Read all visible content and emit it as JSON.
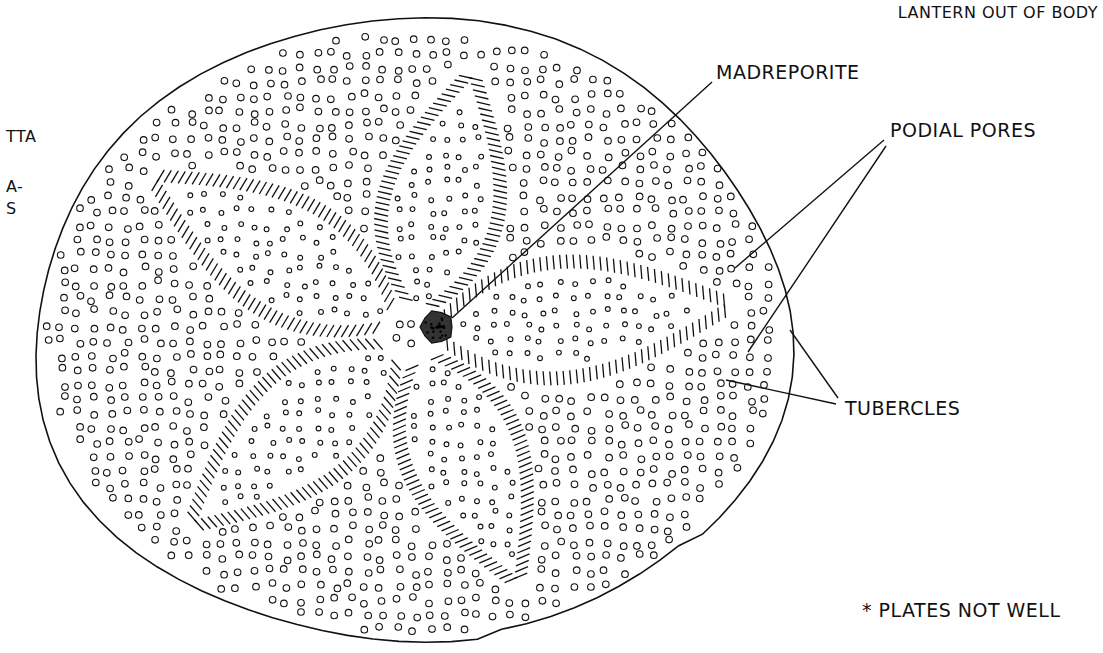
{
  "diagram": {
    "labels": [
      "LANTERN OUT OF BODY",
      "TTA",
      "A-",
      "S",
      "MADREPORITE",
      "PODIAL PORES",
      "TUBERCLES",
      "* PLATES NOT WELL"
    ]
  }
}
